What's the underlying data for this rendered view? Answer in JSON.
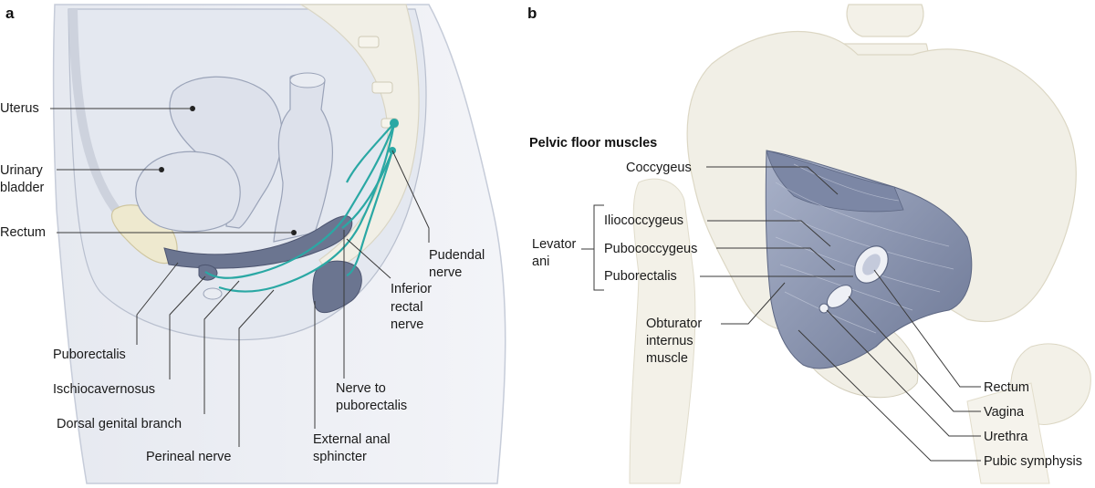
{
  "panel_a": {
    "letter": "a",
    "labels": {
      "uterus": "Uterus",
      "urinary_bladder_1": "Urinary",
      "urinary_bladder_2": "bladder",
      "rectum": "Rectum",
      "pudendal_nerve_1": "Pudendal",
      "pudendal_nerve_2": "nerve",
      "inferior_rectal_nerve_1": "Inferior",
      "inferior_rectal_nerve_2": "rectal",
      "inferior_rectal_nerve_3": "nerve",
      "puborectalis": "Puborectalis",
      "ischiocavernosus": "Ischiocavernosus",
      "dorsal_genital_branch": "Dorsal genital branch",
      "perineal_nerve": "Perineal nerve",
      "nerve_to_puborectalis_1": "Nerve to",
      "nerve_to_puborectalis_2": "puborectalis",
      "external_anal_sphincter_1": "External anal",
      "external_anal_sphincter_2": "sphincter"
    }
  },
  "panel_b": {
    "letter": "b",
    "title": "Pelvic floor muscles",
    "labels": {
      "coccygeus": "Coccygeus",
      "iliococcygeus": "Iliococcygeus",
      "pubococcygeus": "Pubococcygeus",
      "puborectalis": "Puborectalis",
      "levator_ani_1": "Levator",
      "levator_ani_2": "ani",
      "obturator_1": "Obturator",
      "obturator_2": "internus",
      "obturator_3": "muscle",
      "rectum": "Rectum",
      "vagina": "Vagina",
      "urethra": "Urethra",
      "pubic_symphysis": "Pubic symphysis"
    }
  },
  "colors": {
    "body": "#eef0f5",
    "body_outline": "#b3bacb",
    "organ": "#dfe3ec",
    "organ_outline": "#9aa3b8",
    "muscle": "#6b7590",
    "nerve": "#2aa8a4",
    "bone": "#f1efe6",
    "bone_outline": "#d9d5c4",
    "floor_muscle": "#8c97b3"
  }
}
